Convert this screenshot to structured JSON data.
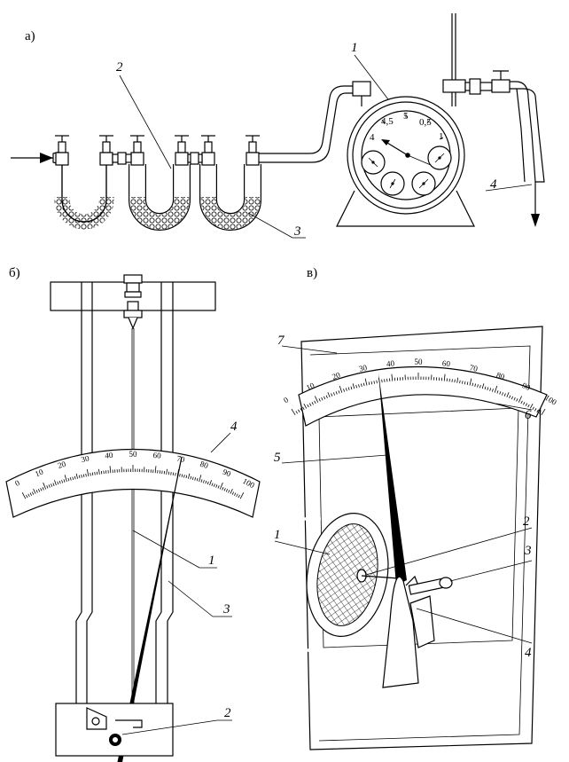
{
  "panels": {
    "a": {
      "label": "а)",
      "callouts": [
        "1",
        "2",
        "3",
        "4"
      ],
      "dial_labels": [
        "4,5",
        "5",
        "0,5",
        "1",
        "4"
      ]
    },
    "b": {
      "label": "б)",
      "callouts": [
        "1",
        "2",
        "3",
        "4"
      ],
      "scale": [
        "0",
        "10",
        "20",
        "30",
        "40",
        "50",
        "60",
        "70",
        "80",
        "90",
        "100"
      ]
    },
    "v": {
      "label": "в)",
      "callouts": [
        "1",
        "2",
        "3",
        "4",
        "5",
        "6",
        "7"
      ],
      "scale": [
        "0",
        "10",
        "20",
        "30",
        "40",
        "50",
        "60",
        "70",
        "80",
        "90",
        "100"
      ]
    }
  }
}
